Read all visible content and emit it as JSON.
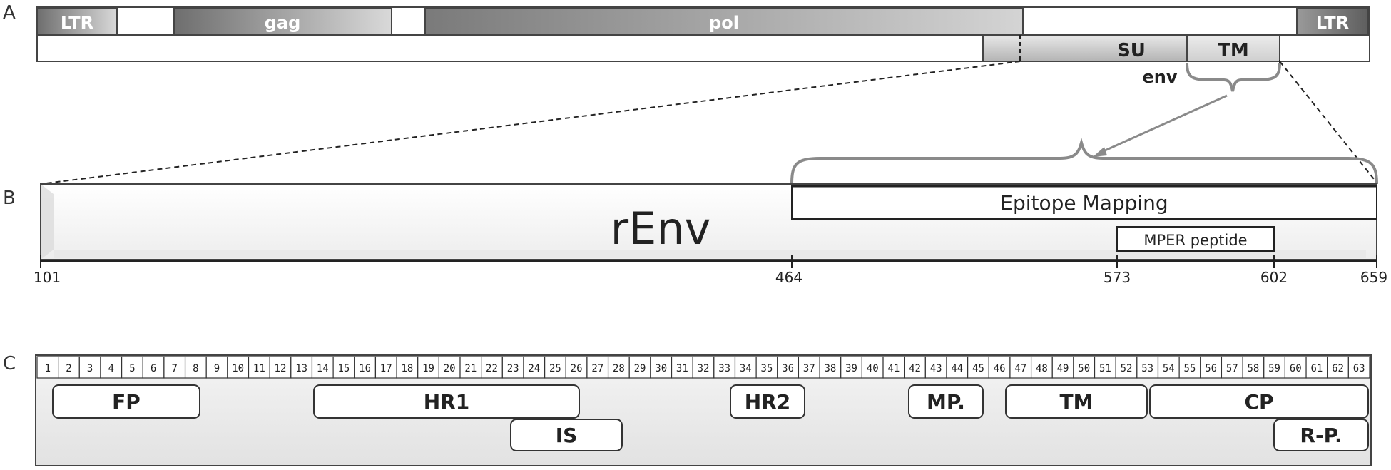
{
  "panels": {
    "a": "A",
    "b": "B",
    "c": "C"
  },
  "genome": {
    "ltr_left": "LTR",
    "gag": "gag",
    "pol": "pol",
    "ltr_right": "LTR",
    "su": "SU",
    "tm": "TM",
    "env": "env"
  },
  "renv": {
    "label": "rEnv",
    "epitope_mapping": "Epitope Mapping",
    "mper_peptide": "MPER peptide",
    "positions": [
      "101",
      "464",
      "573",
      "602",
      "659"
    ]
  },
  "peptides": {
    "numbers": [
      "1",
      "2",
      "3",
      "4",
      "5",
      "6",
      "7",
      "8",
      "9",
      "10",
      "11",
      "12",
      "13",
      "14",
      "15",
      "16",
      "17",
      "18",
      "19",
      "20",
      "21",
      "22",
      "23",
      "24",
      "25",
      "26",
      "27",
      "28",
      "29",
      "30",
      "31",
      "32",
      "33",
      "34",
      "35",
      "36",
      "37",
      "38",
      "39",
      "40",
      "41",
      "42",
      "43",
      "44",
      "45",
      "46",
      "47",
      "48",
      "49",
      "50",
      "51",
      "52",
      "53",
      "54",
      "55",
      "56",
      "57",
      "58",
      "59",
      "60",
      "61",
      "62",
      "63"
    ],
    "regions": {
      "fp": "FP",
      "hr1": "HR1",
      "is": "IS",
      "hr2": "HR2",
      "mp": "MP.",
      "tm": "TM",
      "cp": "CP",
      "rp": "R-P."
    }
  }
}
